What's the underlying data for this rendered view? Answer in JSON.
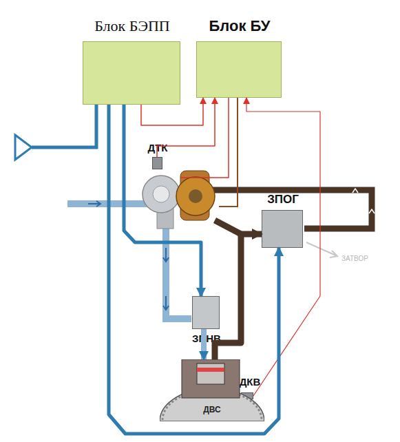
{
  "diagram": {
    "nodes": [
      {
        "text": [
          "Блок БЭПП"
        ]
      },
      {
        "text": [
          "Блок БУ"
        ]
      },
      {
        "text": [
          "ДТК"
        ]
      },
      {
        "text": [
          "ЗПОГ"
        ]
      },
      {
        "text": [
          "ЗПНВ"
        ]
      },
      {
        "text": [
          "ДКВ"
        ]
      },
      {
        "text": [
          "ДВС"
        ]
      }
    ],
    "edges": [
      {
        "from": 0,
        "to": 1,
        "arrow": "to"
      },
      {
        "from": 2,
        "to": 1,
        "arrow": "to"
      },
      {
        "from": 5,
        "to": 1,
        "arrow": "to"
      },
      {
        "from": 0,
        "to": 4,
        "arrow": "to"
      },
      {
        "from": 0,
        "to": 3,
        "arrow": "to"
      },
      {
        "from": 4,
        "to": 6,
        "arrow": "to"
      },
      {
        "from": 6,
        "to": 3,
        "arrow": "to"
      }
    ],
    "labels": [
      "ЗАТВОР"
    ]
  }
}
